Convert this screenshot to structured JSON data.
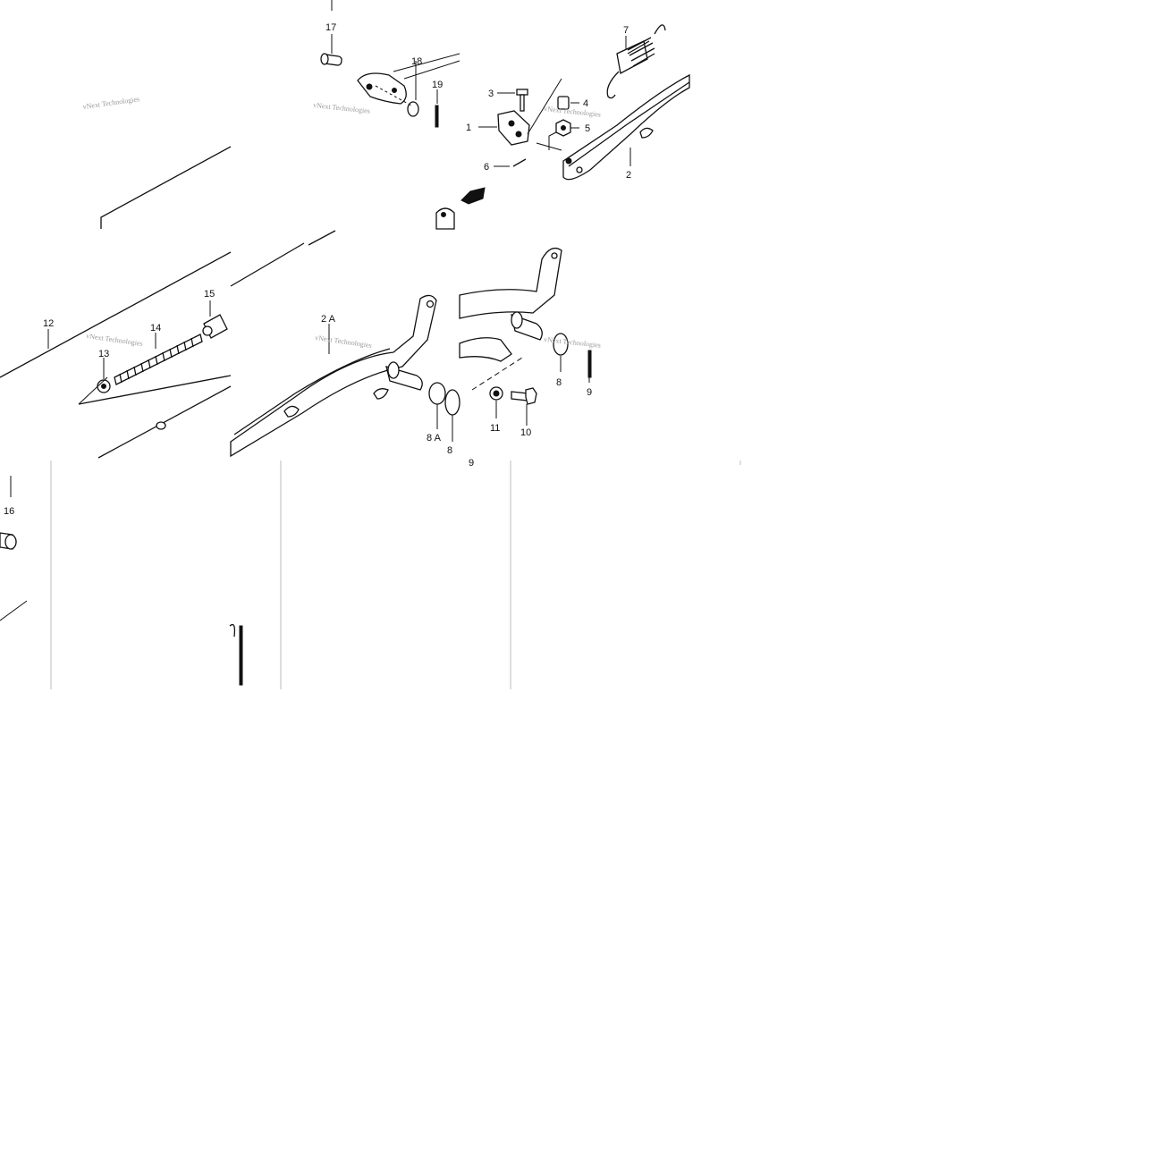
{
  "diagram": {
    "watermark": "vNext Technologies",
    "callouts": {
      "c1": "1",
      "c2": "2",
      "c2a": "2 A",
      "c3": "3",
      "c4": "4",
      "c5": "5",
      "c6": "6",
      "c7": "7",
      "c8": "8",
      "c8b": "8",
      "c8a": "8 A",
      "c9": "9",
      "c9b": "9",
      "c10": "10",
      "c11": "11",
      "c12": "12",
      "c13": "13",
      "c14": "14",
      "c15": "15",
      "c16": "16",
      "c17": "17",
      "c18": "18",
      "c19": "19"
    }
  }
}
